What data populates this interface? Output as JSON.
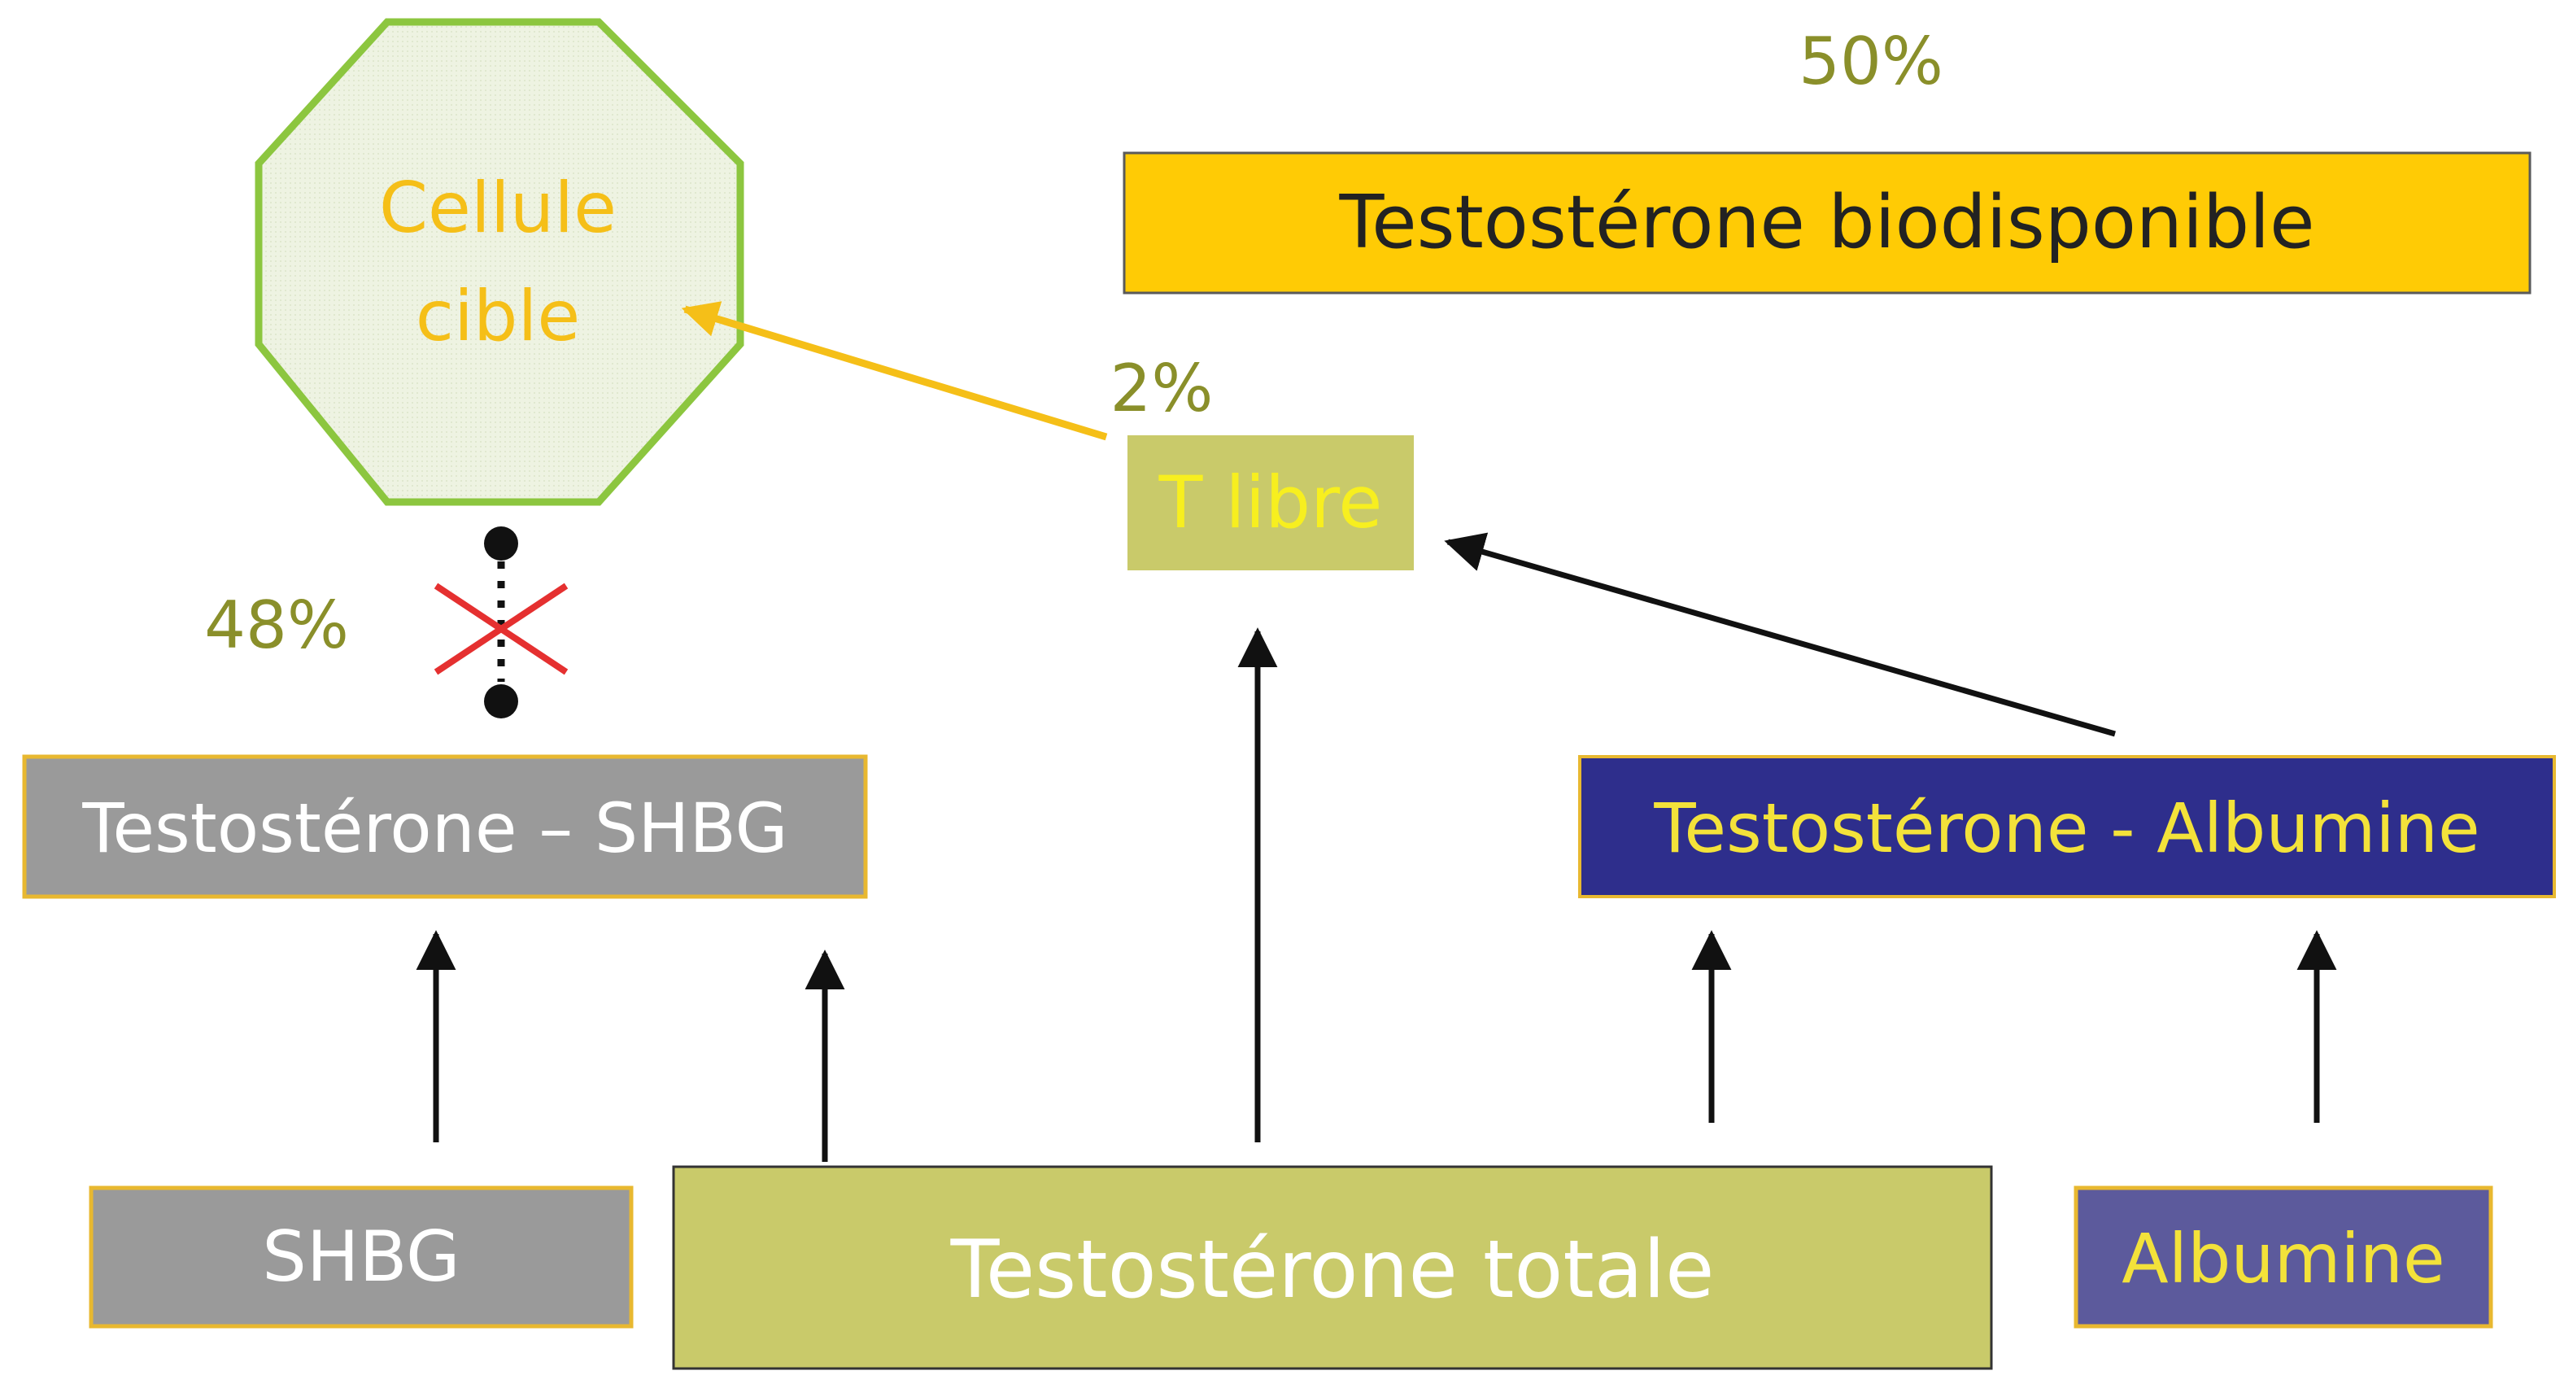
{
  "colors": {
    "background": "#ffffff",
    "octagon_stroke": "#8cc63f",
    "octagon_fill": "#eef3e2",
    "cellule_text": "#f5bf18",
    "percent_text": "#8a8f2a",
    "biodispo_fill": "#ffcb05",
    "biodispo_text": "#222222",
    "tlibre_fill": "#c9ca6a",
    "tlibre_text": "#f7ef1f",
    "shbg_fill": "#9a9a9a",
    "shbg_text": "#ffffff",
    "shbg_border": "#e8b830",
    "albumine_complex_fill": "#2e2e8c",
    "albumine_complex_text": "#f3e23a",
    "albumine_fill": "#5c5a9c",
    "albumine_text": "#f3e23a",
    "totale_fill": "#c9ca6a",
    "totale_text": "#ffffff",
    "arrow_black": "#111111",
    "arrow_yellow": "#f5bf18",
    "cross_red": "#e53030"
  },
  "nodes": {
    "cellule_cible": {
      "line1": "Cellule",
      "line2": "cible",
      "shape": "octagon"
    },
    "biodisponible": {
      "label": "Testostérone biodisponible"
    },
    "t_libre": {
      "label": "T libre"
    },
    "testosterone_shbg": {
      "label": "Testostérone – SHBG"
    },
    "testosterone_albumine": {
      "label": "Testostérone - Albumine"
    },
    "shbg": {
      "label": "SHBG"
    },
    "testosterone_totale": {
      "label": "Testostérone totale"
    },
    "albumine": {
      "label": "Albumine"
    }
  },
  "percentages": {
    "biodisponible": "50%",
    "t_libre": "2%",
    "shbg_complex": "48%"
  },
  "edges": [
    {
      "from": "shbg",
      "to": "testosterone_shbg",
      "style": "black-arrow"
    },
    {
      "from": "testosterone_totale",
      "to": "testosterone_shbg",
      "style": "black-arrow"
    },
    {
      "from": "testosterone_totale",
      "to": "t_libre",
      "style": "black-arrow"
    },
    {
      "from": "testosterone_totale",
      "to": "testosterone_albumine",
      "style": "black-arrow"
    },
    {
      "from": "albumine",
      "to": "testosterone_albumine",
      "style": "black-arrow"
    },
    {
      "from": "testosterone_albumine",
      "to": "t_libre",
      "style": "black-arrow"
    },
    {
      "from": "t_libre",
      "to": "cellule_cible",
      "style": "yellow-arrow"
    },
    {
      "from": "testosterone_shbg",
      "to": "cellule_cible",
      "style": "blocked-dotted"
    }
  ]
}
